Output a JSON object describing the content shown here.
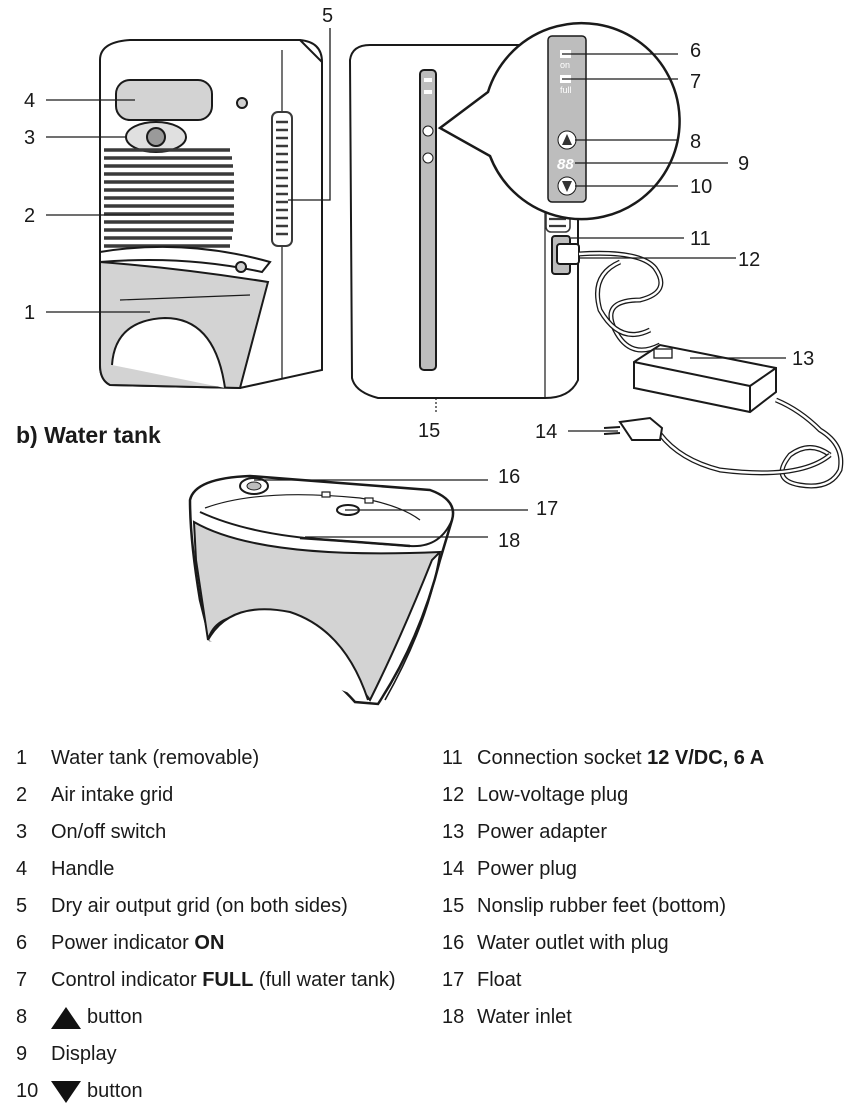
{
  "section_title": "b) Water tank",
  "callouts": [
    "1",
    "2",
    "3",
    "4",
    "5",
    "6",
    "7",
    "8",
    "9",
    "10",
    "11",
    "12",
    "13",
    "14",
    "15",
    "16",
    "17",
    "18"
  ],
  "panel": {
    "on_label": "on",
    "full_label": "full",
    "display_value": "88"
  },
  "legend_left": [
    {
      "num": "1",
      "text": "Water tank (removable)"
    },
    {
      "num": "2",
      "text": "Air intake grid"
    },
    {
      "num": "3",
      "text": "On/off switch"
    },
    {
      "num": "4",
      "text": "Handle"
    },
    {
      "num": "5",
      "text": "Dry air output grid (on both sides)"
    },
    {
      "num": "6",
      "pre": "Power indicator ",
      "bold": "ON",
      "post": ""
    },
    {
      "num": "7",
      "pre": "Control indicator ",
      "bold": "FULL",
      "post": " (full water tank)"
    },
    {
      "num": "8",
      "text": "button",
      "icon": "up-triangle"
    },
    {
      "num": "9",
      "text": "Display"
    },
    {
      "num": "10",
      "text": "button",
      "icon": "down-triangle"
    }
  ],
  "legend_right": [
    {
      "num": "11",
      "pre": "Connection socket ",
      "bold": "12 V/DC, 6 A",
      "post": ""
    },
    {
      "num": "12",
      "text": "Low-voltage plug"
    },
    {
      "num": "13",
      "text": "Power adapter"
    },
    {
      "num": "14",
      "text": "Power plug"
    },
    {
      "num": "15",
      "text": "Nonslip rubber feet (bottom)"
    },
    {
      "num": "16",
      "text": "Water outlet with plug"
    },
    {
      "num": "17",
      "text": "Float"
    },
    {
      "num": "18",
      "text": "Water inlet"
    }
  ]
}
